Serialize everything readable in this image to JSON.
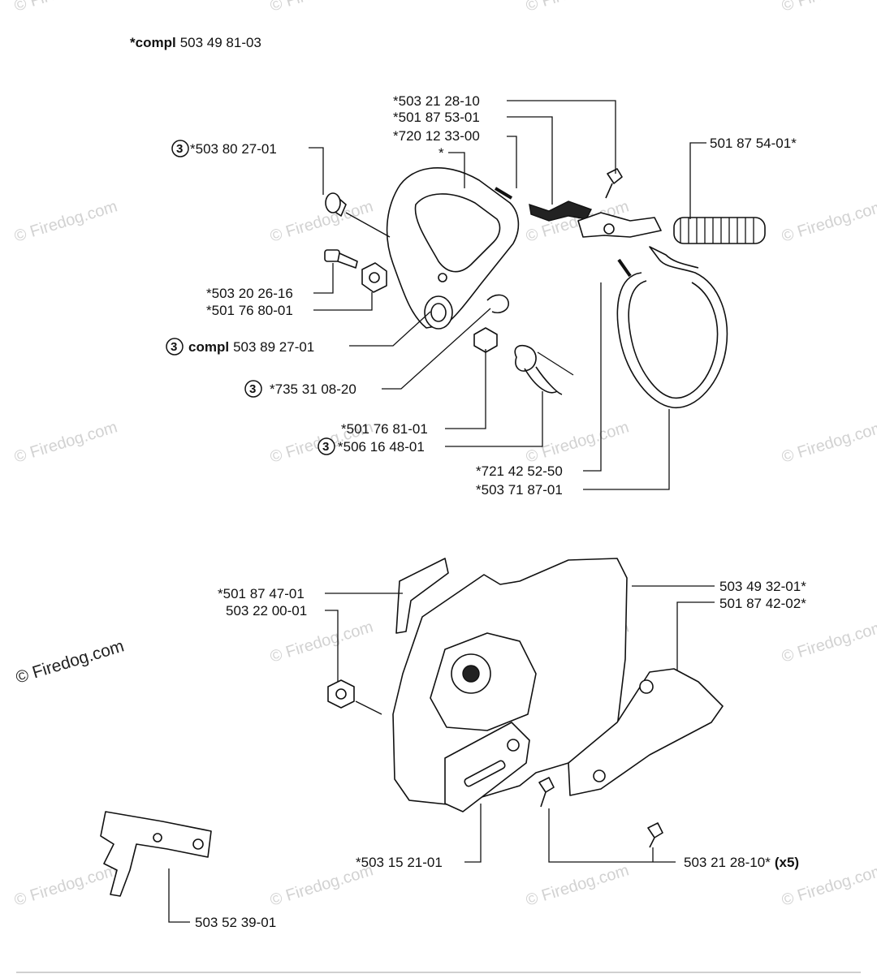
{
  "heading": {
    "prefix": "*compl",
    "number": "503 49 81-03"
  },
  "watermark": "© Firedog.com",
  "circle_marker": "3",
  "labels": {
    "l_503802701": "*503 80 27-01",
    "l_503212810a": "*503 21 28-10",
    "l_501875301": "*501 87 53-01",
    "l_720123300": "*720 12 33-00",
    "l_star": "*",
    "l_501875401": "501 87 54-01*",
    "l_503202616": "*503 20 26-16",
    "l_501768001": "*501 76 80-01",
    "l_compl_prefix": "compl",
    "l_503892701": "503 89 27-01",
    "l_735310820": "*735 31 08-20",
    "l_501768101": "*501 76 81-01",
    "l_506164801": "*506 16 48-01",
    "l_721425250": "*721 42 52-50",
    "l_503718701": "*503 71 87-01",
    "l_501874701": "*501 87 47-01",
    "l_503220001": "503 22 00-01",
    "l_503493201": "503 49 32-01*",
    "l_501874202": "501 87 42-02*",
    "l_503152101": "*503 15 21-01",
    "l_503212810b": "503 21 28-10*",
    "l_x5": "(x5)",
    "l_503523901": "503 52 39-01"
  }
}
